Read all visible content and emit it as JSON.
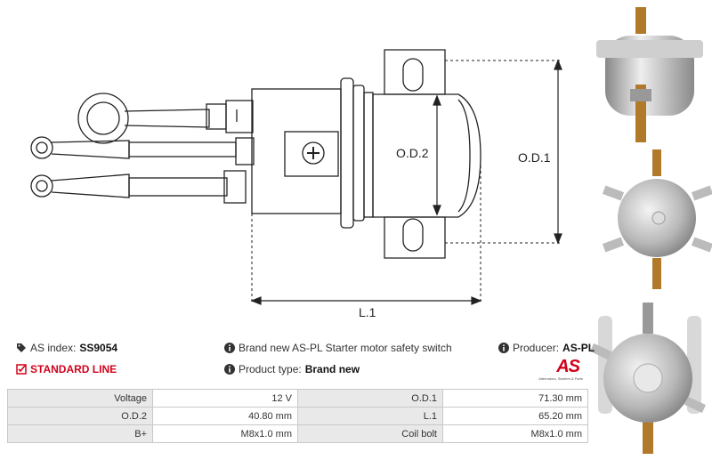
{
  "drawing": {
    "label_od1": "O.D.1",
    "label_od2": "O.D.2",
    "label_l1": "L.1"
  },
  "info": {
    "as_index_label": "AS index:",
    "as_index_value": "SS9054",
    "standard_line": "STANDARD LINE",
    "description": "Brand new AS-PL Starter motor safety switch",
    "product_type_label": "Product type:",
    "product_type_value": "Brand new",
    "producer_label": "Producer:",
    "producer_value": "AS-PL"
  },
  "logo": {
    "text": "AS",
    "tagline": "Alternators, Starters & Parts"
  },
  "specs": [
    {
      "l1": "Voltage",
      "v1": "12 V",
      "l2": "O.D.1",
      "v2": "71.30 mm"
    },
    {
      "l1": "O.D.2",
      "v1": "40.80 mm",
      "l2": "L.1",
      "v2": "65.20 mm"
    },
    {
      "l1": "B+",
      "v1": "M8x1.0 mm",
      "l2": "Coil bolt",
      "v2": "M8x1.0 mm"
    }
  ],
  "colors": {
    "accent_red": "#d0021b",
    "line": "#222222",
    "table_header": "#e9e9e9"
  }
}
